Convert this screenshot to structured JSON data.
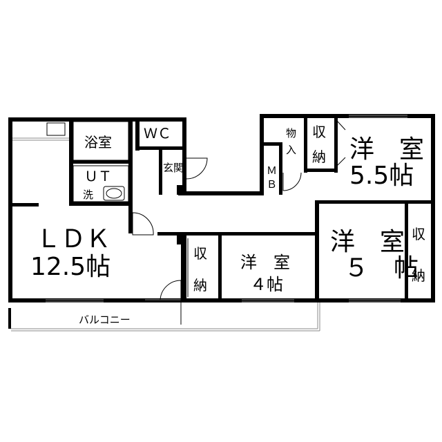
{
  "rooms": {
    "ldk": {
      "name": "ＬＤＫ",
      "size": "12.5帖"
    },
    "bath": {
      "name": "浴室"
    },
    "wc": {
      "name": "ＷＣ"
    },
    "ut": {
      "name": "ＵＴ"
    },
    "wash": {
      "name": "洗"
    },
    "entrance": {
      "name": "玄関"
    },
    "storage_entry": {
      "line1": "物",
      "line2": "入"
    },
    "mb": {
      "line1": "Ｍ",
      "line2": "Ｂ"
    },
    "storage_a": {
      "line1": "収",
      "line2": "納"
    },
    "storage_b": {
      "line1": "収",
      "line2": "納"
    },
    "storage_c": {
      "line1": "収",
      "line2": "納"
    },
    "western_55": {
      "name": "洋　室",
      "size": "5.5帖"
    },
    "western_5": {
      "name": "洋　室",
      "size": "５　帖"
    },
    "western_4": {
      "name": "洋　室",
      "size": "４帖"
    },
    "balcony": {
      "name": "バルコニー"
    }
  }
}
